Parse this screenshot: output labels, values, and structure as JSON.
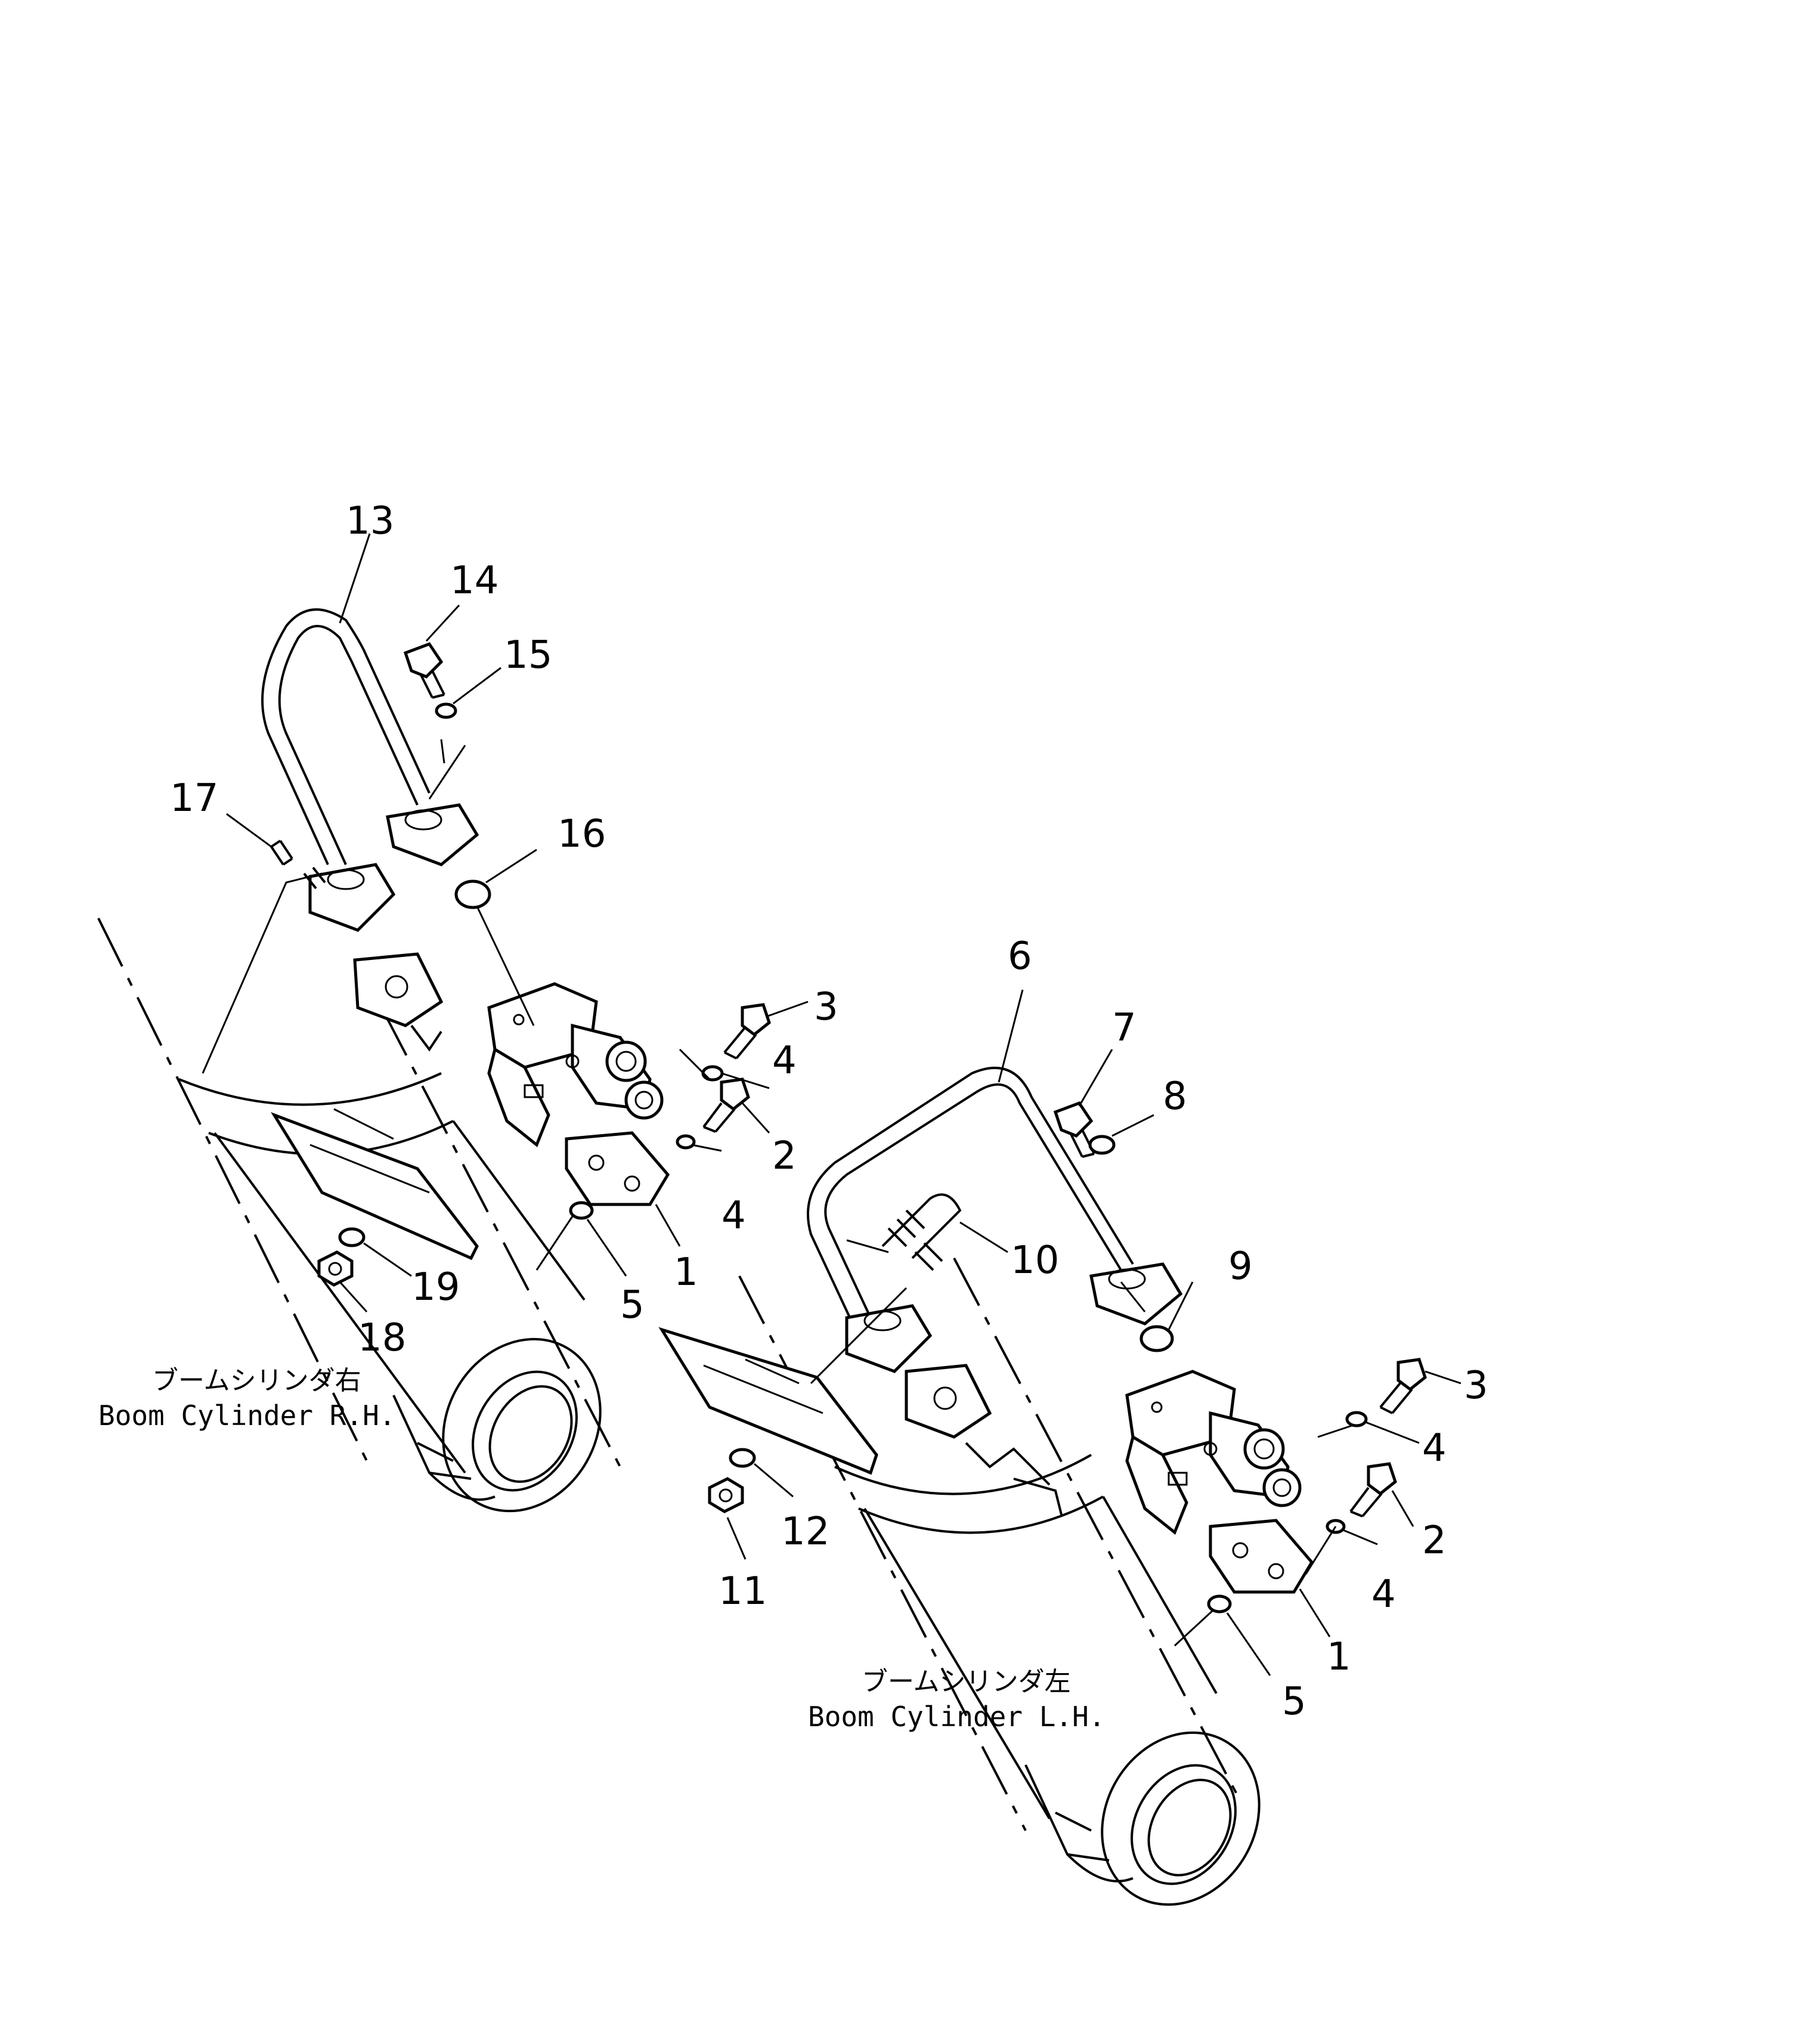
{
  "callouts": {
    "c1a": "1",
    "c1b": "1",
    "c2a": "2",
    "c2b": "2",
    "c3a": "3",
    "c3b": "3",
    "c4a": "4",
    "c4b": "4",
    "c4c": "4",
    "c4d": "4",
    "c5a": "5",
    "c5b": "5",
    "c6": "6",
    "c7": "7",
    "c8": "8",
    "c9": "9",
    "c10": "10",
    "c11": "11",
    "c12": "12",
    "c13": "13",
    "c14": "14",
    "c15": "15",
    "c16": "16",
    "c17": "17",
    "c18": "18",
    "c19": "19"
  },
  "captions": {
    "right_jp": "ブームシリンダ右",
    "right_en": "Boom Cylinder R.H.",
    "left_jp": "ブームシリンダ左",
    "left_en": "Boom Cylinder L.H."
  }
}
